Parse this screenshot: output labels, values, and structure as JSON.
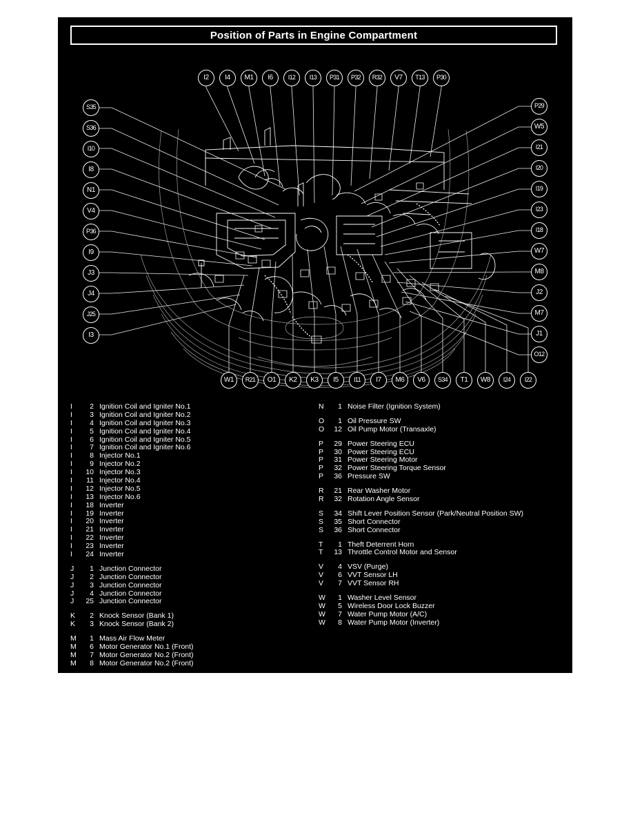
{
  "document": {
    "title": "Position of Parts in Engine Compartment",
    "background_color": "#000000",
    "line_color": "#ffffff",
    "page_color": "#ffffff"
  },
  "callouts": {
    "top": [
      {
        "id": "I2"
      },
      {
        "id": "I4"
      },
      {
        "id": "M1"
      },
      {
        "id": "I6"
      },
      {
        "id": "I12"
      },
      {
        "id": "I13"
      },
      {
        "id": "P31"
      },
      {
        "id": "P32"
      },
      {
        "id": "R32"
      },
      {
        "id": "V7"
      },
      {
        "id": "T13"
      },
      {
        "id": "P30"
      }
    ],
    "left": [
      {
        "id": "S35"
      },
      {
        "id": "S36"
      },
      {
        "id": "I10"
      },
      {
        "id": "I8"
      },
      {
        "id": "N1"
      },
      {
        "id": "V4"
      },
      {
        "id": "P36"
      },
      {
        "id": "I9"
      },
      {
        "id": "J3"
      },
      {
        "id": "J4"
      },
      {
        "id": "J25"
      },
      {
        "id": "I3"
      }
    ],
    "right": [
      {
        "id": "P29"
      },
      {
        "id": "W5"
      },
      {
        "id": "I21"
      },
      {
        "id": "I20"
      },
      {
        "id": "I19"
      },
      {
        "id": "I23"
      },
      {
        "id": "I18"
      },
      {
        "id": "W7"
      },
      {
        "id": "M8"
      },
      {
        "id": "J2"
      },
      {
        "id": "M7"
      },
      {
        "id": "J1"
      },
      {
        "id": "O12"
      }
    ],
    "bottom": [
      {
        "id": "W1"
      },
      {
        "id": "R21"
      },
      {
        "id": "O1"
      },
      {
        "id": "K2"
      },
      {
        "id": "K3"
      },
      {
        "id": "I5"
      },
      {
        "id": "I11"
      },
      {
        "id": "I7"
      },
      {
        "id": "M6"
      },
      {
        "id": "V6"
      },
      {
        "id": "S34"
      },
      {
        "id": "T1"
      },
      {
        "id": "W8"
      },
      {
        "id": "I24"
      },
      {
        "id": "I22"
      }
    ]
  },
  "legend": {
    "left_groups": [
      {
        "items": [
          {
            "letter": "I",
            "number": "2",
            "desc": "Ignition Coil and Igniter No.1"
          },
          {
            "letter": "I",
            "number": "3",
            "desc": "Ignition Coil and Igniter No.2"
          },
          {
            "letter": "I",
            "number": "4",
            "desc": "Ignition Coil and Igniter No.3"
          },
          {
            "letter": "I",
            "number": "5",
            "desc": "Ignition Coil and Igniter No.4"
          },
          {
            "letter": "I",
            "number": "6",
            "desc": "Ignition Coil and Igniter No.5"
          },
          {
            "letter": "I",
            "number": "7",
            "desc": "Ignition Coil and Igniter No.6"
          },
          {
            "letter": "I",
            "number": "8",
            "desc": "Injector No.1"
          },
          {
            "letter": "I",
            "number": "9",
            "desc": "Injector No.2"
          },
          {
            "letter": "I",
            "number": "10",
            "desc": "Injector No.3"
          },
          {
            "letter": "I",
            "number": "11",
            "desc": "Injector No.4"
          },
          {
            "letter": "I",
            "number": "12",
            "desc": "Injector No.5"
          },
          {
            "letter": "I",
            "number": "13",
            "desc": "Injector No.6"
          },
          {
            "letter": "I",
            "number": "18",
            "desc": "Inverter"
          },
          {
            "letter": "I",
            "number": "19",
            "desc": "Inverter"
          },
          {
            "letter": "I",
            "number": "20",
            "desc": "Inverter"
          },
          {
            "letter": "I",
            "number": "21",
            "desc": "Inverter"
          },
          {
            "letter": "I",
            "number": "22",
            "desc": "Inverter"
          },
          {
            "letter": "I",
            "number": "23",
            "desc": "Inverter"
          },
          {
            "letter": "I",
            "number": "24",
            "desc": "Inverter"
          }
        ]
      },
      {
        "items": [
          {
            "letter": "J",
            "number": "1",
            "desc": "Junction Connector"
          },
          {
            "letter": "J",
            "number": "2",
            "desc": "Junction Connector"
          },
          {
            "letter": "J",
            "number": "3",
            "desc": "Junction Connector"
          },
          {
            "letter": "J",
            "number": "4",
            "desc": "Junction Connector"
          },
          {
            "letter": "J",
            "number": "25",
            "desc": "Junction Connector"
          }
        ]
      },
      {
        "items": [
          {
            "letter": "K",
            "number": "2",
            "desc": "Knock Sensor (Bank 1)"
          },
          {
            "letter": "K",
            "number": "3",
            "desc": "Knock Sensor (Bank 2)"
          }
        ]
      },
      {
        "items": [
          {
            "letter": "M",
            "number": "1",
            "desc": "Mass Air Flow Meter"
          },
          {
            "letter": "M",
            "number": "6",
            "desc": "Motor Generator No.1 (Front)"
          },
          {
            "letter": "M",
            "number": "7",
            "desc": "Motor Generator No.2 (Front)"
          },
          {
            "letter": "M",
            "number": "8",
            "desc": "Motor Generator No.2 (Front)"
          }
        ]
      }
    ],
    "right_groups": [
      {
        "items": [
          {
            "letter": "N",
            "number": "1",
            "desc": "Noise Filter (Ignition System)"
          }
        ]
      },
      {
        "items": [
          {
            "letter": "O",
            "number": "1",
            "desc": "Oil Pressure SW"
          },
          {
            "letter": "O",
            "number": "12",
            "desc": "Oil Pump Motor (Transaxle)"
          }
        ]
      },
      {
        "items": [
          {
            "letter": "P",
            "number": "29",
            "desc": "Power Steering ECU"
          },
          {
            "letter": "P",
            "number": "30",
            "desc": "Power Steering ECU"
          },
          {
            "letter": "P",
            "number": "31",
            "desc": "Power Steering Motor"
          },
          {
            "letter": "P",
            "number": "32",
            "desc": "Power Steering Torque Sensor"
          },
          {
            "letter": "P",
            "number": "36",
            "desc": "Pressure SW"
          }
        ]
      },
      {
        "items": [
          {
            "letter": "R",
            "number": "21",
            "desc": "Rear Washer Motor"
          },
          {
            "letter": "R",
            "number": "32",
            "desc": "Rotation Angle Sensor"
          }
        ]
      },
      {
        "items": [
          {
            "letter": "S",
            "number": "34",
            "desc": "Shift Lever Position Sensor (Park/Neutral Position SW)"
          },
          {
            "letter": "S",
            "number": "35",
            "desc": "Short Connector"
          },
          {
            "letter": "S",
            "number": "36",
            "desc": "Short Connector"
          }
        ]
      },
      {
        "items": [
          {
            "letter": "T",
            "number": "1",
            "desc": "Theft Deterrent Horn"
          },
          {
            "letter": "T",
            "number": "13",
            "desc": "Throttle Control Motor and Sensor"
          }
        ]
      },
      {
        "items": [
          {
            "letter": "V",
            "number": "4",
            "desc": "VSV (Purge)"
          },
          {
            "letter": "V",
            "number": "6",
            "desc": "VVT Sensor LH"
          },
          {
            "letter": "V",
            "number": "7",
            "desc": "VVT Sensor RH"
          }
        ]
      },
      {
        "items": [
          {
            "letter": "W",
            "number": "1",
            "desc": "Washer Level Sensor"
          },
          {
            "letter": "W",
            "number": "5",
            "desc": "Wireless Door Lock Buzzer"
          },
          {
            "letter": "W",
            "number": "7",
            "desc": "Water Pump Motor (A/C)"
          },
          {
            "letter": "W",
            "number": "8",
            "desc": "Water Pump Motor (Inverter)"
          }
        ]
      }
    ]
  }
}
